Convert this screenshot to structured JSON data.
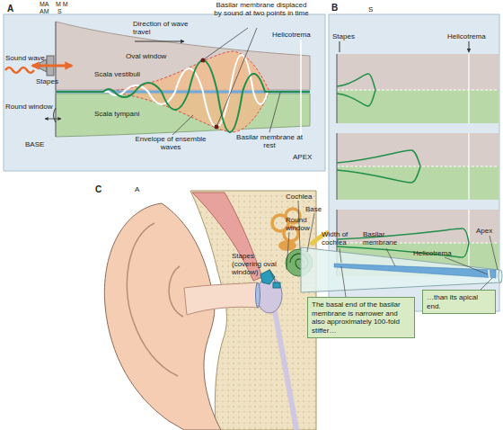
{
  "diagram": {
    "nodes": [
      {
        "text": [
          "The basal end of the basilar membrane is narrower and also approximately 100-fold stiffer…"
        ]
      },
      {
        "text": [
          "…than its apical end."
        ]
      }
    ],
    "labels": [
      "A",
      "MA",
      "M M",
      "AM",
      "S",
      "Direction of wave travel",
      "Basilar membrane displaced by sound at two points in time",
      "Helicotrema",
      "Sound wave",
      "Oval window",
      "Stapes",
      "Scala vestibuli",
      "Round window",
      "Scala tympani",
      "BASE",
      "Envelope of ensemble waves",
      "Basilar membrane at rest",
      "APEX",
      "B",
      "S",
      "Stapes",
      "Helicotrema",
      "C",
      "A",
      "Cochlea",
      "Base",
      "Round window",
      "Width of cochlea",
      "Basilar membrane",
      "Apex",
      "Helicotrema",
      "Stapes (covering oval window)"
    ]
  }
}
